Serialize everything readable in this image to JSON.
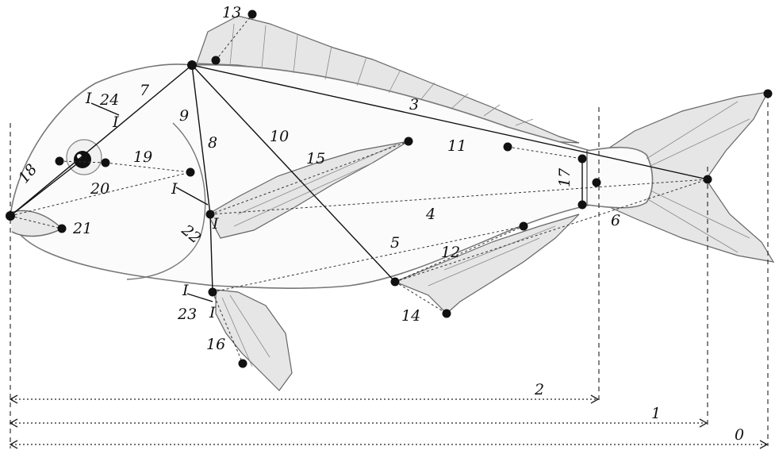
{
  "diagram": {
    "colors": {
      "ink": "#111111",
      "outline": "#777777",
      "fin_fill": "#e6e6e6"
    },
    "landmark_labels": [
      "13",
      "24",
      "7",
      "9",
      "8",
      "10",
      "3",
      "11",
      "15",
      "17",
      "18",
      "19",
      "20",
      "4",
      "6",
      "21",
      "22",
      "5",
      "12",
      "14",
      "23",
      "16"
    ],
    "tick_labels": [
      "I",
      "I",
      "I",
      "I",
      "I",
      "I",
      "I"
    ],
    "length_labels": [
      "2",
      "1",
      "0"
    ]
  }
}
